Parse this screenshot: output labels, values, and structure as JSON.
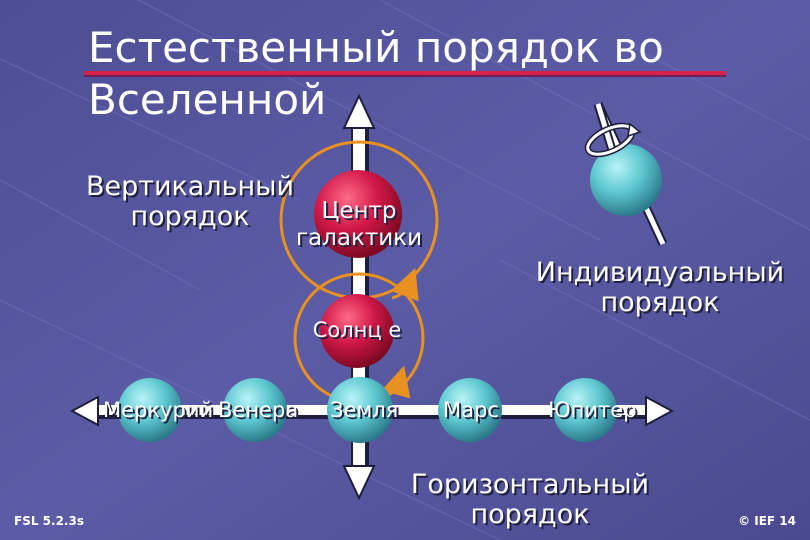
{
  "slide": {
    "title": "Естественный порядок во Вселенной",
    "vertical_label": "Вертикальный порядок",
    "horizontal_label": "Горизонтальный порядок",
    "individual_label": "Индивидуальный порядок",
    "galaxy_center": "Центр галактики",
    "sun": "Солнц е",
    "planets": [
      "Меркурий",
      "Венера",
      "Земля",
      "Марс",
      "Юпитер"
    ],
    "footer_left": "FSL 5.2.3s",
    "footer_right": "© IEF  14"
  },
  "colors": {
    "background": "#5a5aa0",
    "accent_rule": "#d8204a",
    "orbit": "#e89020",
    "red_sphere": "#c8143c",
    "cyan_sphere": "#5ec8d0"
  }
}
